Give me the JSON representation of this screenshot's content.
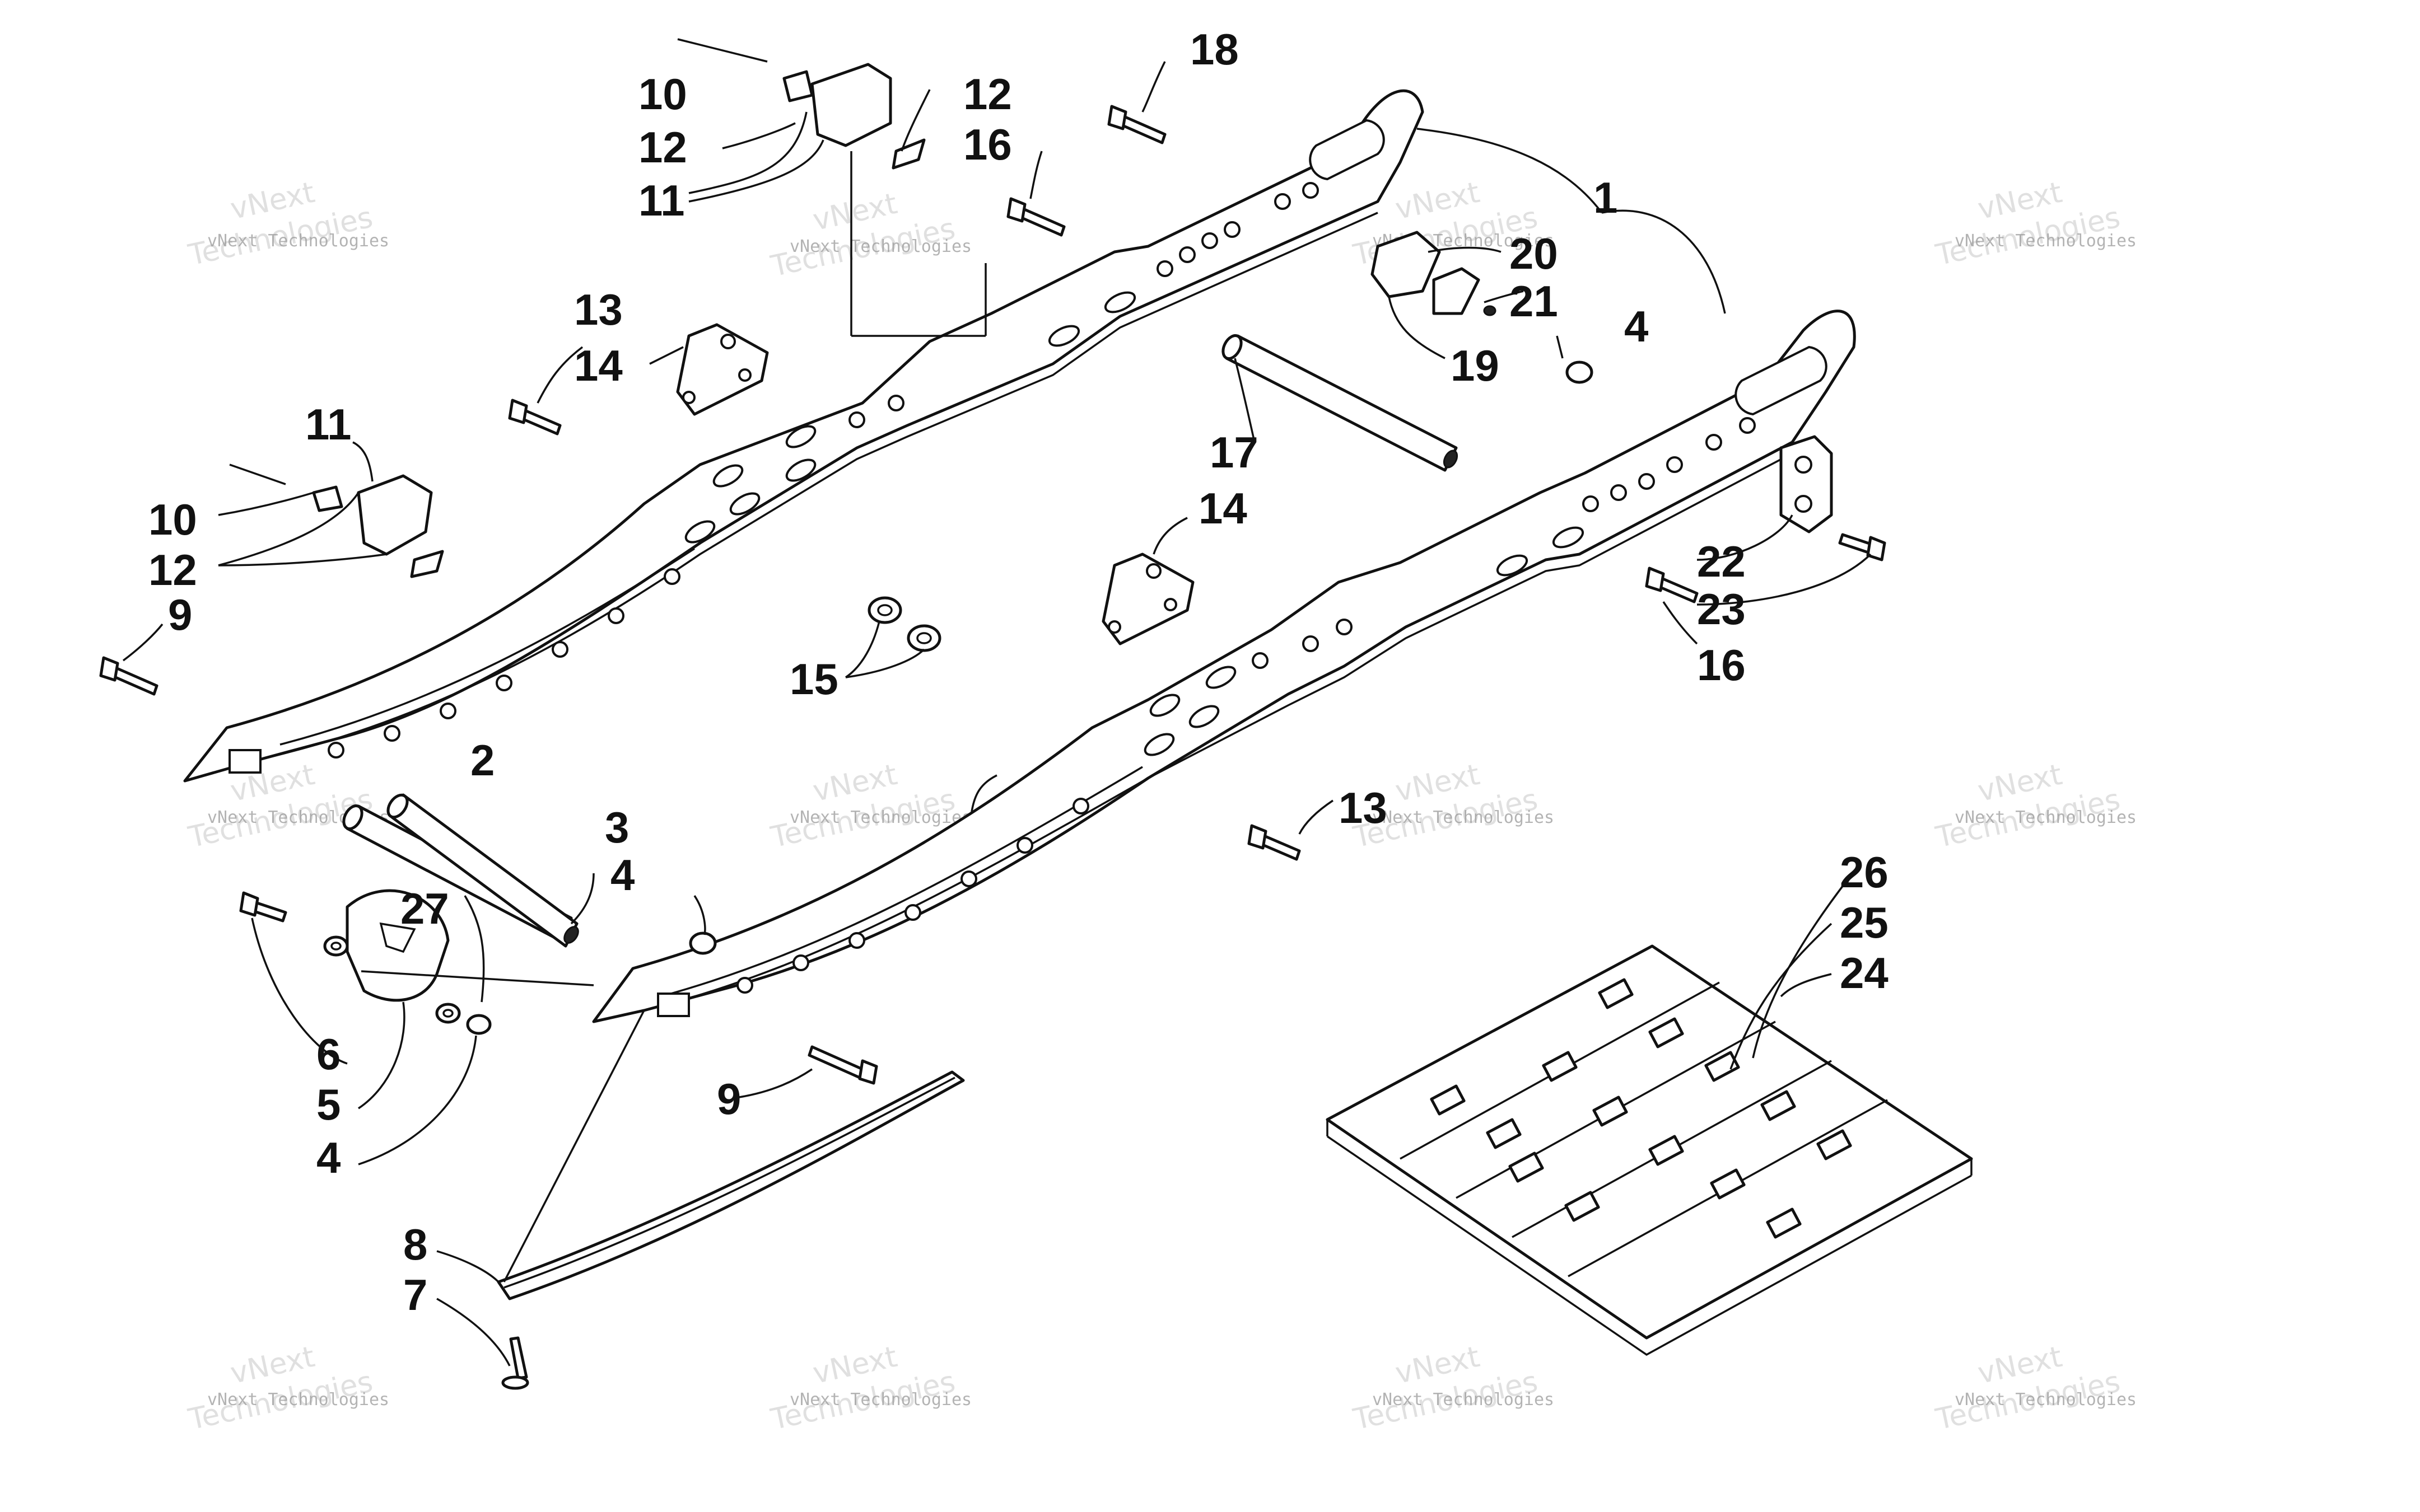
{
  "callouts": {
    "c1": "1",
    "c2": "2",
    "c3": "3",
    "c4_right_rail": "4",
    "c4_front": "4",
    "c4_bottom": "4",
    "c5": "5",
    "c6": "6",
    "c7": "7",
    "c8": "8",
    "c9_left": "9",
    "c9_bottom": "9",
    "c10_top": "10",
    "c10_left": "10",
    "c11_top": "11",
    "c11_left": "11",
    "c12_top_a": "12",
    "c12_top_b": "12",
    "c12_left": "12",
    "c13_left": "13",
    "c13_right": "13",
    "c14_left": "14",
    "c14_right": "14",
    "c15": "15",
    "c16_top": "16",
    "c16_right": "16",
    "c17": "17",
    "c18": "18",
    "c19": "19",
    "c20": "20",
    "c21": "21",
    "c22": "22",
    "c23": "23",
    "c24": "24",
    "c25": "25",
    "c26": "26",
    "c27": "27"
  },
  "watermark": {
    "small": "vNext Technologies",
    "large_a": "vNext",
    "large_b": "Technologies"
  }
}
